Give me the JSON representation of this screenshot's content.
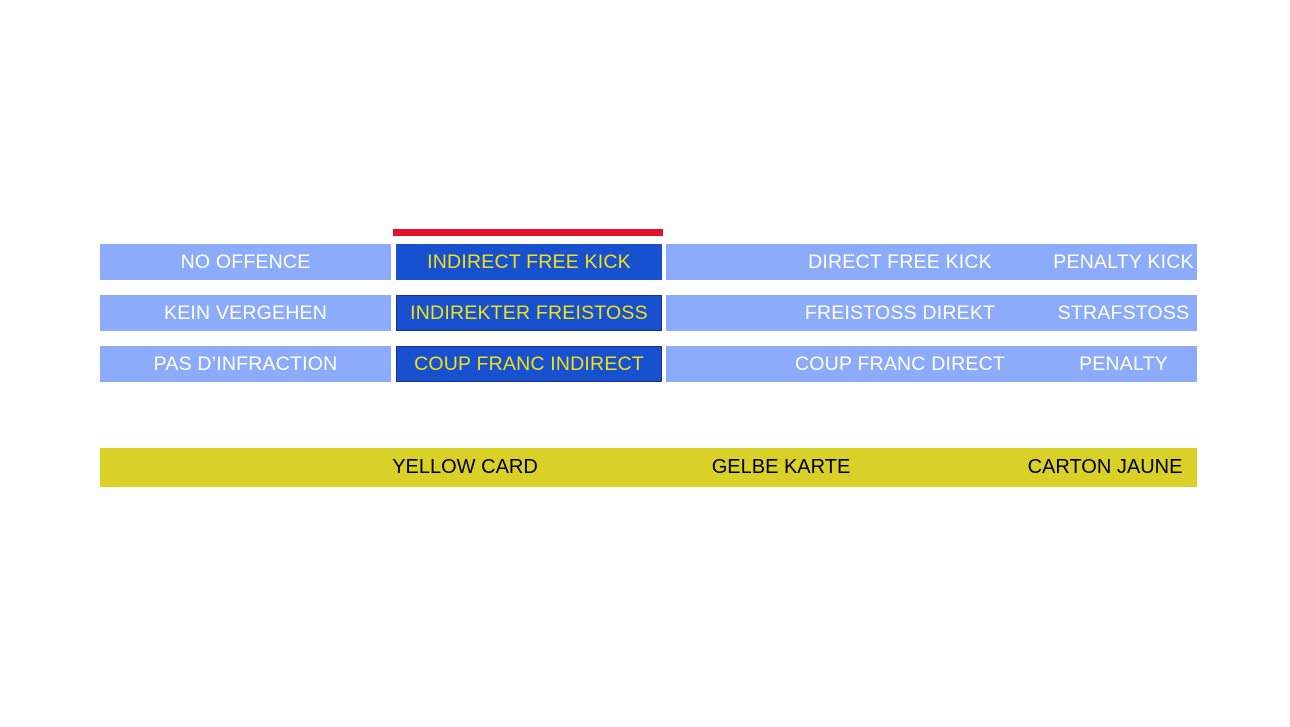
{
  "colors": {
    "background": "#ffffff",
    "panel_light_blue": "#8cabfa",
    "panel_highlight_blue": "#1751d0",
    "panel_highlight_border": "#1b2f8a",
    "highlight_text_yellow": "#f2e016",
    "indicator_red": "#e8112d",
    "yellow_card": "#d9d128",
    "text_white": "#ffffff",
    "text_black": "#000000"
  },
  "indicator": {
    "name": "red-marker-bar",
    "over_column": "indirect-free-kick"
  },
  "offence_table": {
    "columns": [
      "no-offence",
      "indirect-free-kick",
      "direct-free-kick",
      "penalty-kick"
    ],
    "highlighted_column": "indirect-free-kick",
    "rows": [
      {
        "language": "english",
        "no_offence": "NO OFFENCE",
        "indirect_free_kick": "INDIRECT FREE KICK",
        "direct_free_kick": "DIRECT FREE KICK",
        "penalty_kick": "PENALTY KICK"
      },
      {
        "language": "german",
        "no_offence": "KEIN VERGEHEN",
        "indirect_free_kick": "INDIREKTER FREISTOSS",
        "direct_free_kick": "FREISTOSS DIREKT",
        "penalty_kick": "STRAFSTOSS"
      },
      {
        "language": "french",
        "no_offence": "PAS D’INFRACTION",
        "indirect_free_kick": "COUP FRANC INDIRECT",
        "direct_free_kick": "COUP FRANC DIRECT",
        "penalty_kick": "PENALTY"
      }
    ]
  },
  "card_bar": {
    "name": "yellow-card-bar",
    "labels": [
      "YELLOW CARD",
      "GELBE KARTE",
      "CARTON JAUNE"
    ]
  }
}
